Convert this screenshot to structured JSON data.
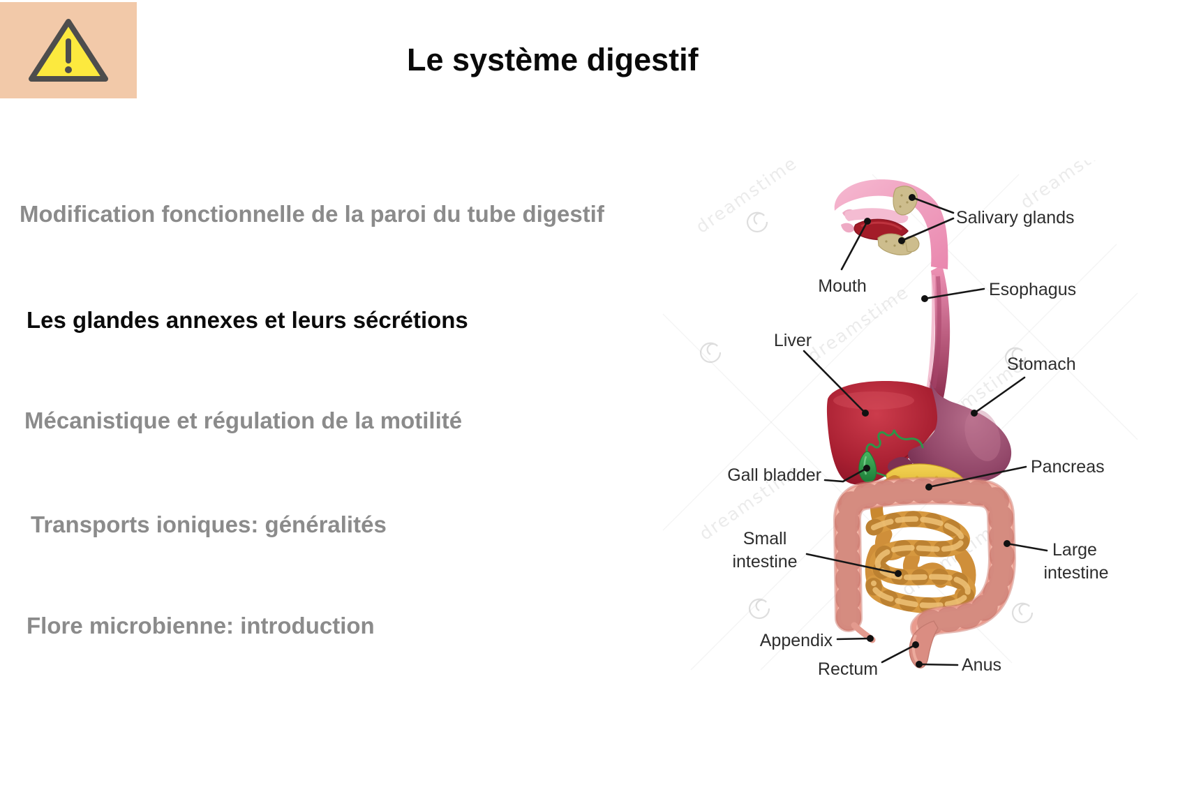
{
  "header": {
    "title": "Le système digestif",
    "warning_icon": "warning-triangle"
  },
  "menu": {
    "items": [
      {
        "label": "Modification fonctionnelle de la paroi du tube digestif",
        "state": "inactive"
      },
      {
        "label": "Les glandes annexes et leurs sécrétions",
        "state": "active"
      },
      {
        "label": "Mécanistique et régulation de la motilité",
        "state": "inactive"
      },
      {
        "label": "Transports ioniques: généralités",
        "state": "inactive"
      },
      {
        "label": "Flore microbienne: introduction",
        "state": "inactive"
      }
    ]
  },
  "diagram": {
    "labels": {
      "salivary_glands": "Salivary glands",
      "mouth": "Mouth",
      "esophagus": "Esophagus",
      "liver": "Liver",
      "stomach": "Stomach",
      "gall_bladder": "Gall bladder",
      "pancreas": "Pancreas",
      "small_intestine_1": "Small",
      "small_intestine_2": "intestine",
      "large_intestine_1": "Large",
      "large_intestine_2": "intestine",
      "appendix": "Appendix",
      "rectum": "Rectum",
      "anus": "Anus"
    },
    "watermark": "dreamstime"
  },
  "colors": {
    "warning_background": "#f2c9a9",
    "warning_yellow": "#fce93e",
    "warning_outline": "#4d4d4d",
    "menu_inactive": "#8b8b8b",
    "menu_active": "#0b0b0b",
    "liver_red": "#9e1c2e",
    "stomach_plum": "#8e3a5a",
    "pancreas_yellow": "#ecc93f",
    "gall_green": "#35a14f",
    "large_intestine_salmon": "#e89a8e",
    "small_intestine_tan": "#d6983f"
  }
}
